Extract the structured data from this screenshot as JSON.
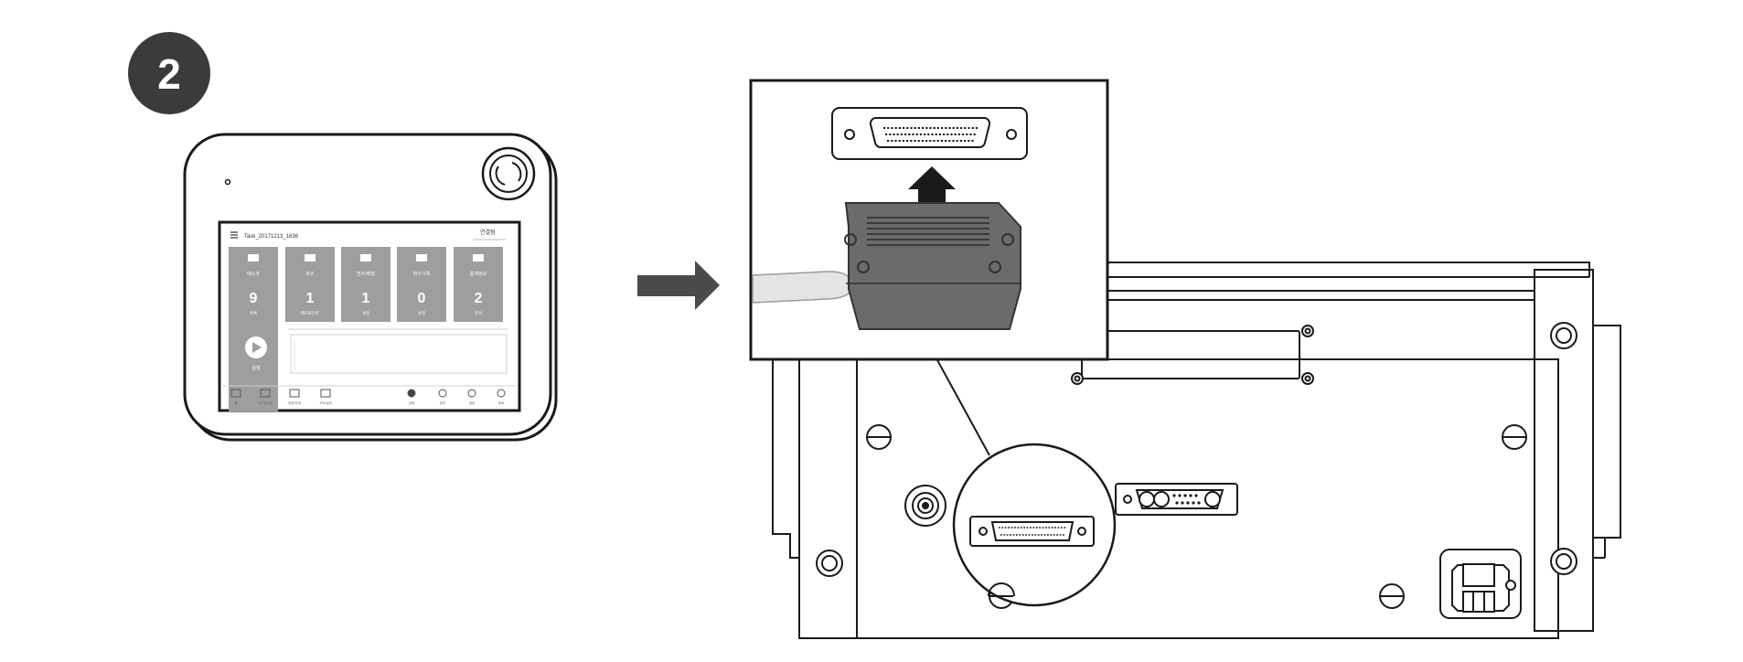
{
  "step_number": "2",
  "pendant_screen": {
    "task_title": "Task_20171213_1636",
    "status_text": "연결됨",
    "status_sub": "",
    "tiles": [
      {
        "label": "태스크",
        "value": "9",
        "caption": "목록"
      },
      {
        "label": "포즈",
        "value": "1",
        "caption": "웨이포인트"
      },
      {
        "label": "변수/배열",
        "value": "1",
        "caption": "설정"
      },
      {
        "label": "변수기록",
        "value": "0",
        "caption": "설정"
      },
      {
        "label": "통계정보",
        "value": "2",
        "caption": "분석"
      }
    ],
    "play_caption": "실행",
    "bottom_items": [
      "홈",
      "도구중심점",
      "위치/자세",
      "구조/설치"
    ],
    "bottom_right_items": [
      "상태",
      "정지",
      "설정",
      "종료"
    ]
  },
  "colors": {
    "badge": "#3b3b3b",
    "arrow": "#4a4a4a",
    "tile": "#9e9e9e",
    "plug": "#6b6b6b",
    "cable": "#e4e4e4",
    "line": "#1a1a1a"
  },
  "icons": [
    "teach-pendant-icon",
    "emergency-stop-icon",
    "play-icon",
    "right-arrow-icon",
    "up-arrow-icon",
    "d-sub-connector-icon",
    "power-inlet-icon",
    "screw-icon"
  ]
}
